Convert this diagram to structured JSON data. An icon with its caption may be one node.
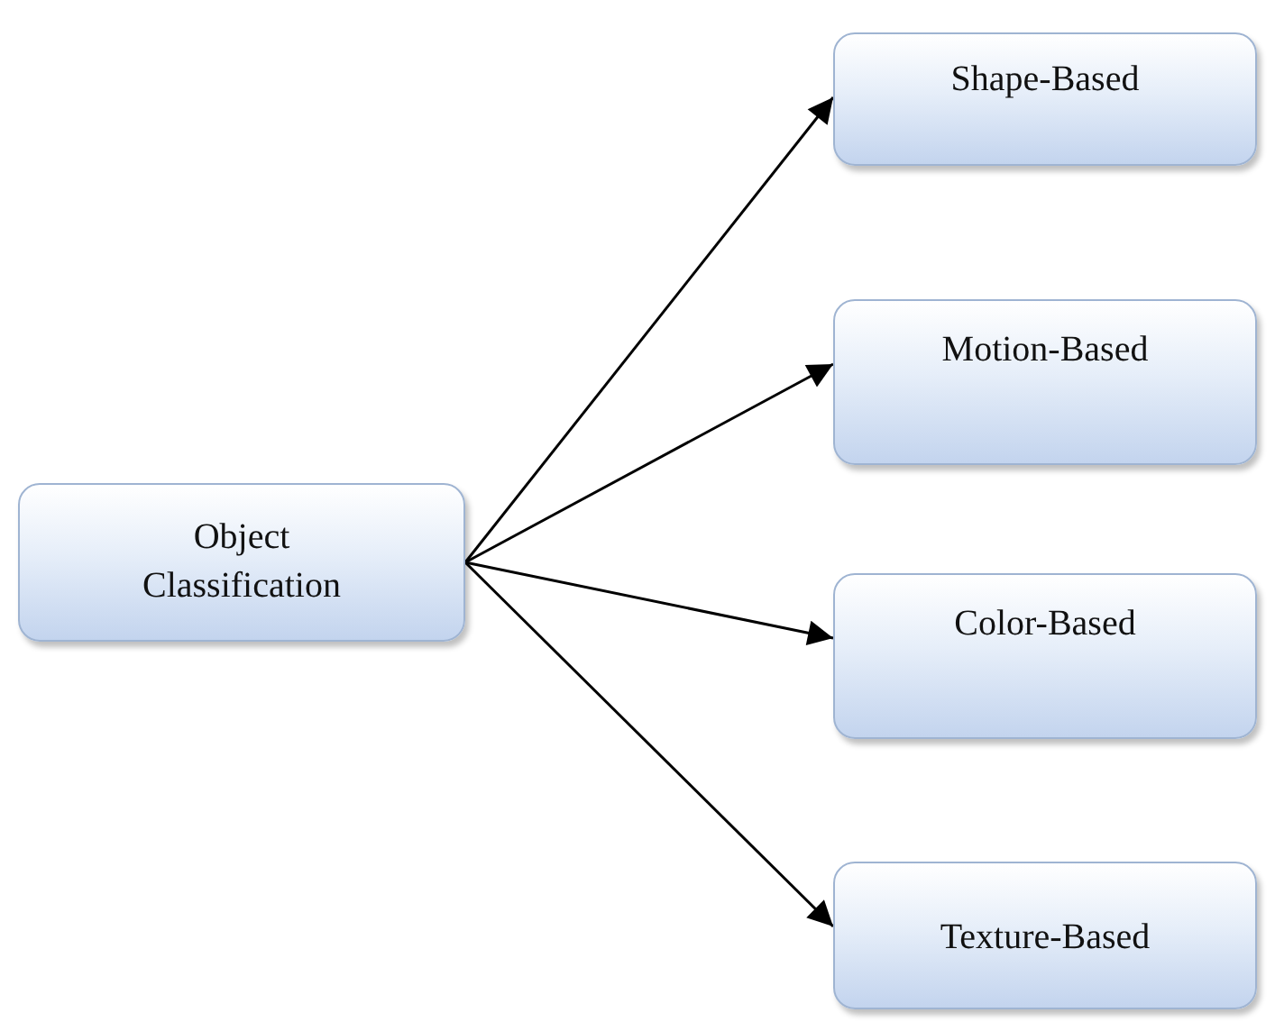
{
  "diagram": {
    "nodes": [
      {
        "text": [
          "Object Classification"
        ]
      },
      {
        "text": [
          "Shape-Based"
        ]
      },
      {
        "text": [
          "Motion-Based"
        ]
      },
      {
        "text": [
          "Color-Based"
        ]
      },
      {
        "text": [
          "Texture-Based"
        ]
      }
    ],
    "edges": [
      {
        "from": 0,
        "to": 1,
        "arrow": "to"
      },
      {
        "from": 0,
        "to": 2,
        "arrow": "to"
      },
      {
        "from": 0,
        "to": 3,
        "arrow": "to"
      },
      {
        "from": 0,
        "to": 4,
        "arrow": "to"
      }
    ]
  }
}
